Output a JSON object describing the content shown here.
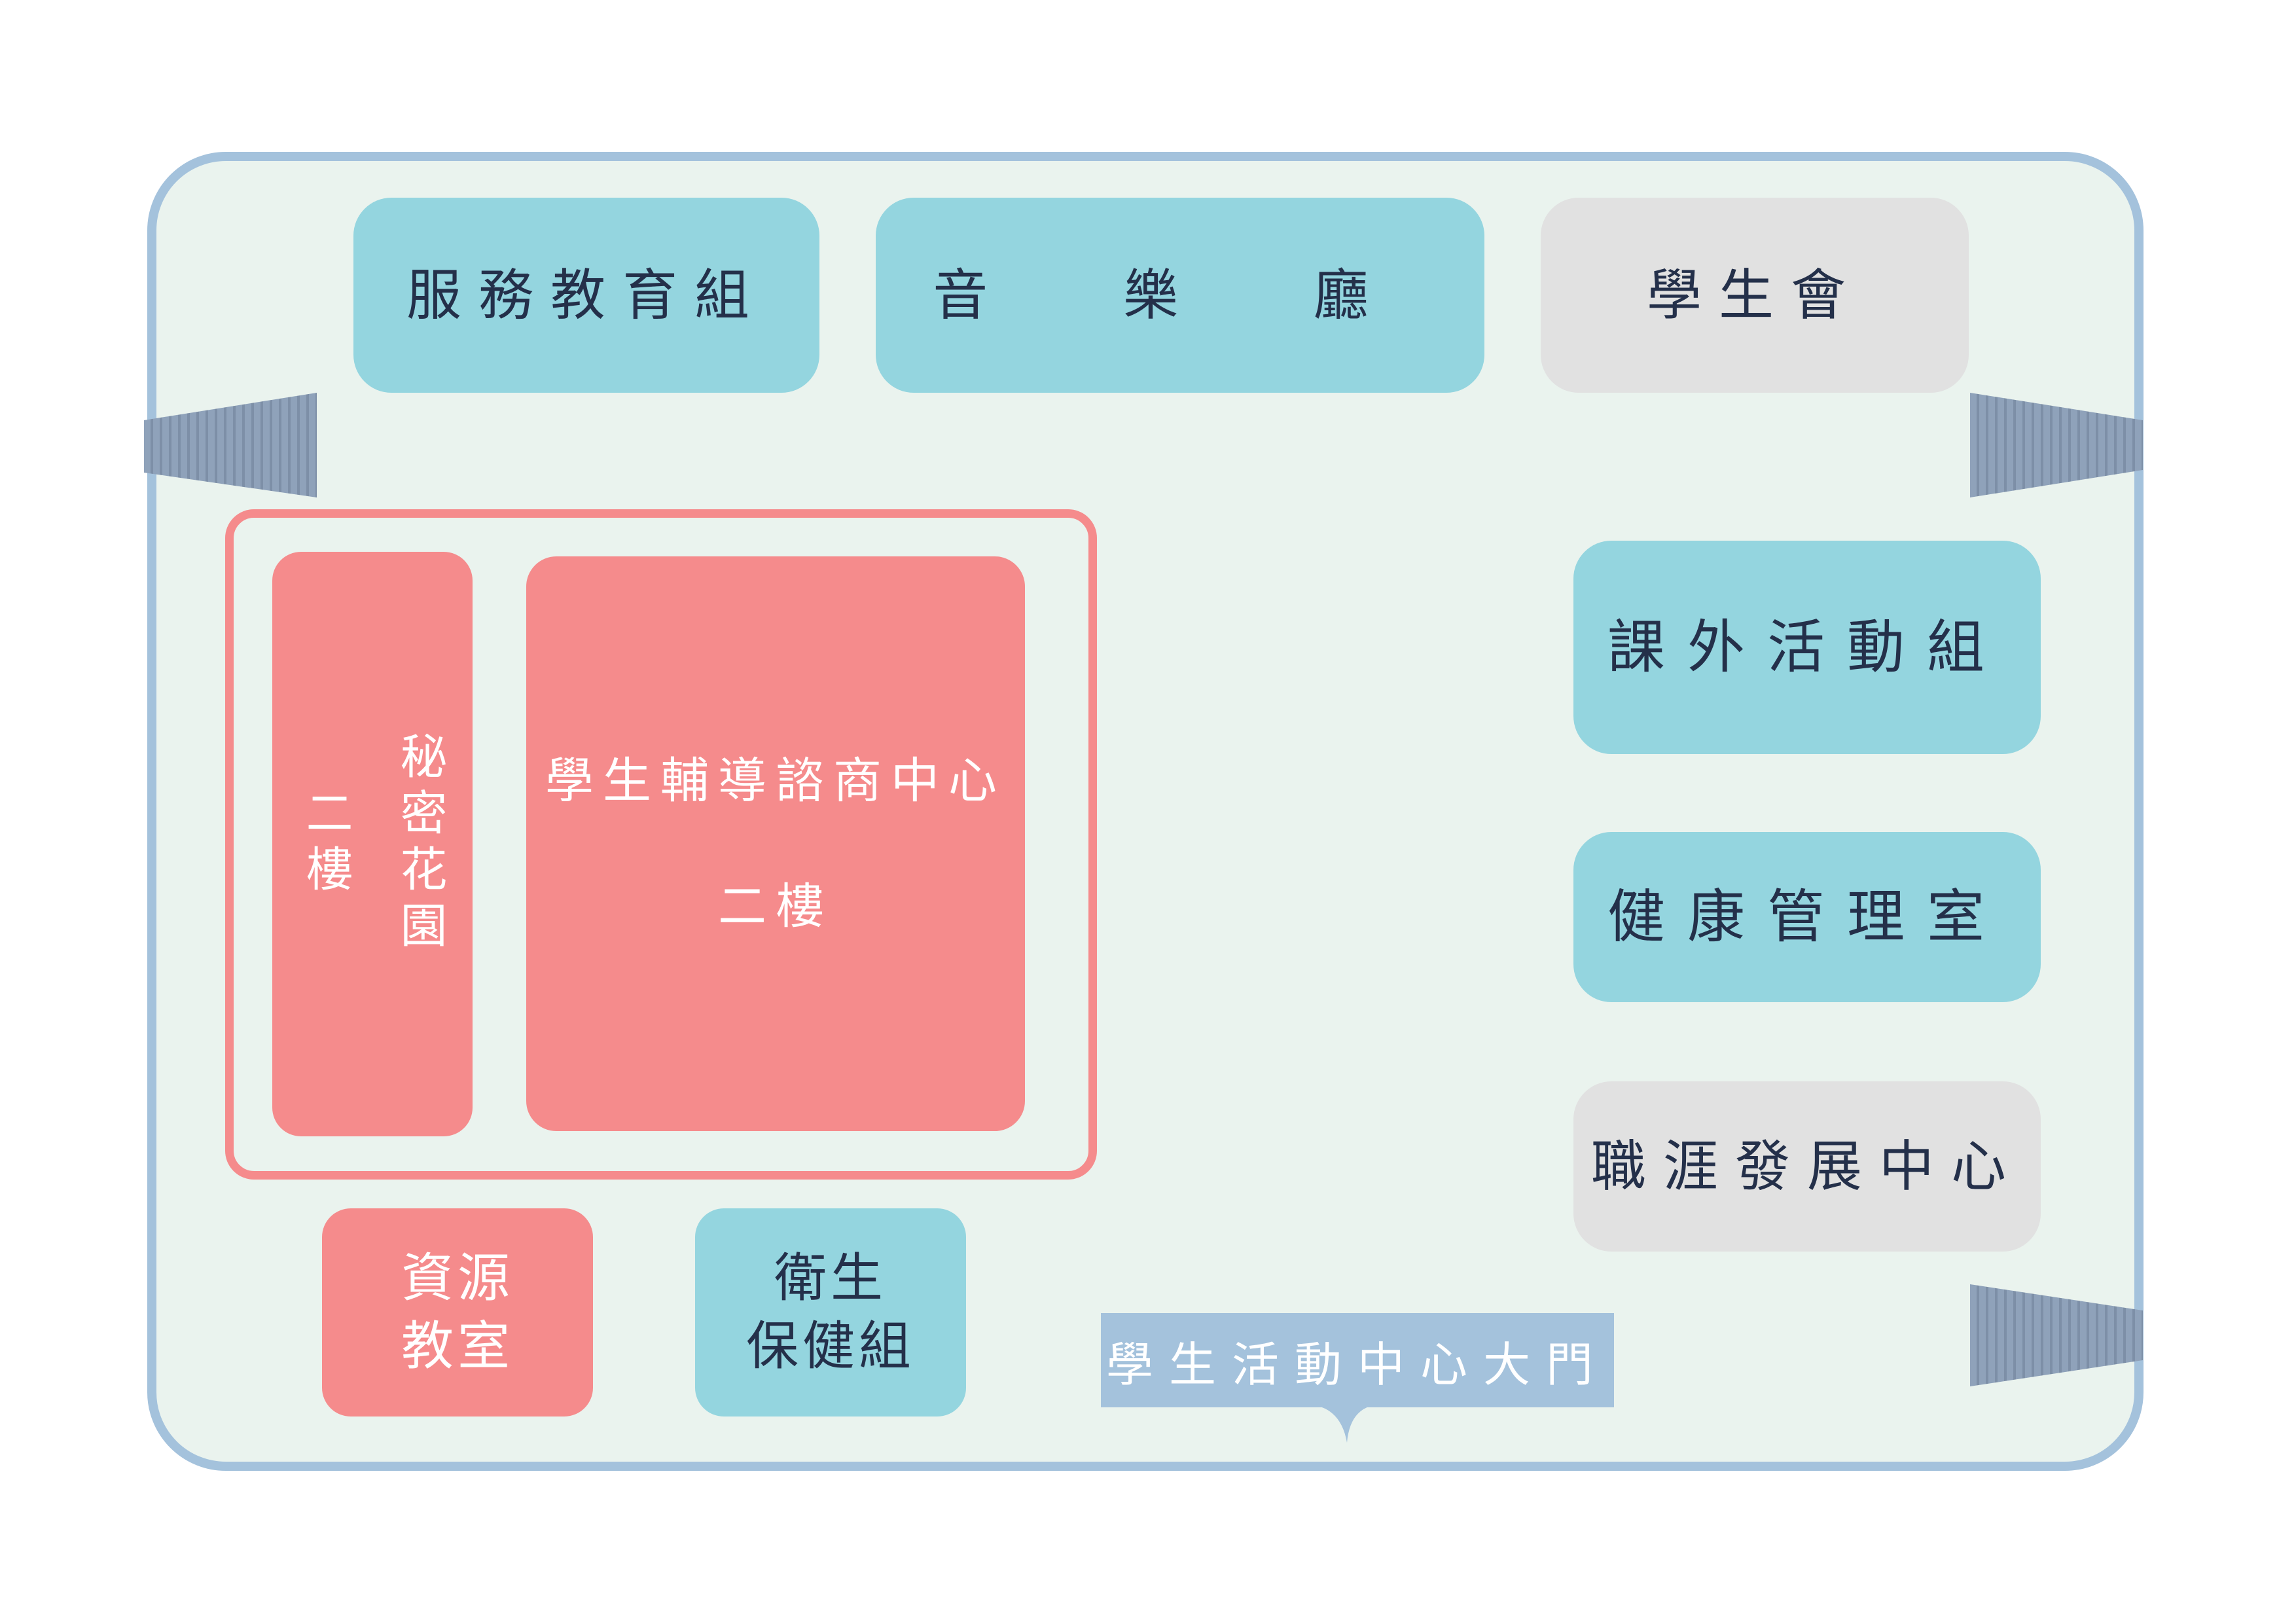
{
  "rooms": {
    "service_education": "服務教育組",
    "concert_hall": "音 樂 廳",
    "student_council": "學生會",
    "extracurricular": "課外活動組",
    "health_management": "健康管理室",
    "career_center": "職涯發展中心",
    "secret_garden": "秘密花園\n\n二樓",
    "counseling_center": "學生輔導諮商中心\n\n二樓",
    "resource_classroom": "資源\n教室",
    "health_care": "衛生\n保健組"
  },
  "entrance": {
    "label": "學生活動中心大門"
  },
  "colors": {
    "wall": "#a4c2dc",
    "floor": "#eaf3ee",
    "office": "#94d5df",
    "other": "#e1e1e1",
    "second_floor": "#f58b8c",
    "text_dark": "#24304a",
    "gate": "#a4c2dc",
    "stairs": "#8fa2ba"
  }
}
